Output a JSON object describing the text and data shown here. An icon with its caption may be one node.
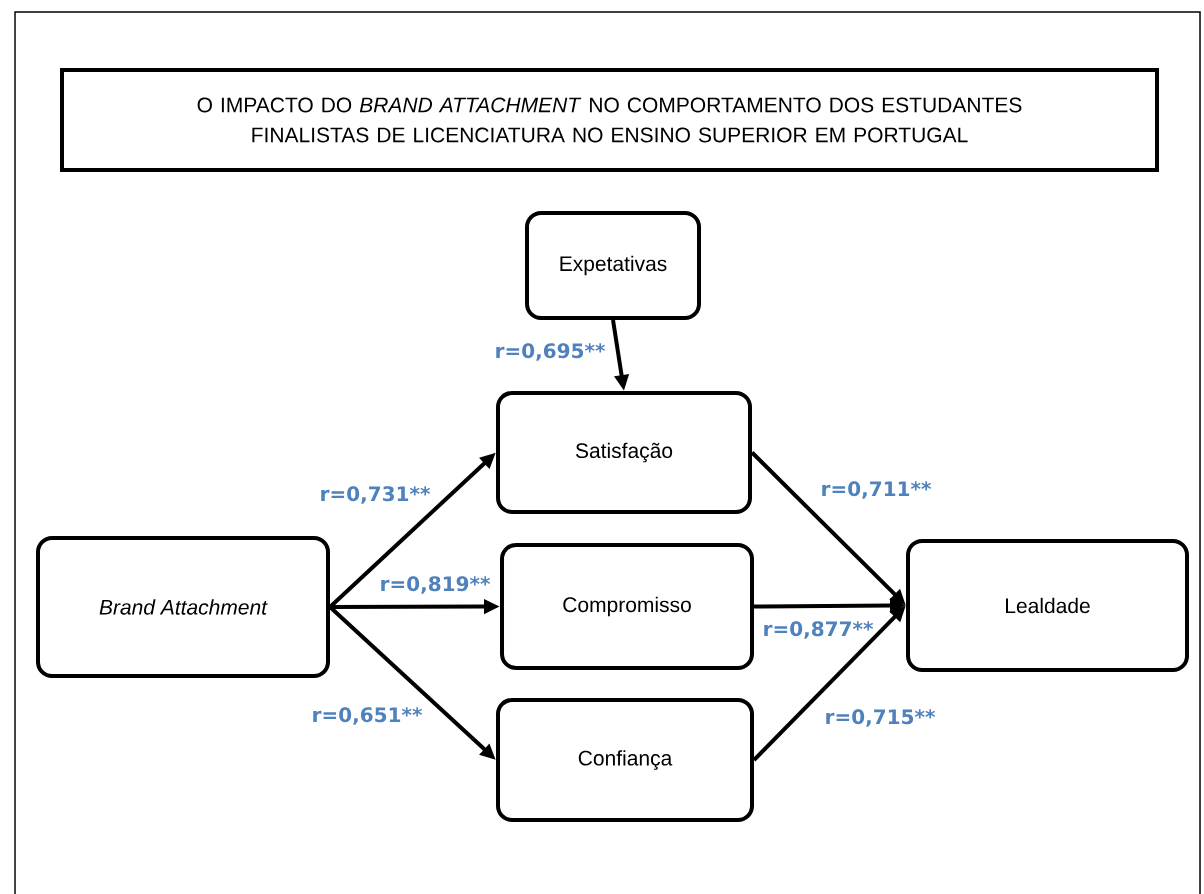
{
  "diagram": {
    "title": "O IMPACTO DO *BRAND ATTACHMENT* NO COMPORTAMENTO DOS ESTUDANTES FINALISTAS DE LICENCIATURA NO ENSINO SUPERIOR EM PORTUGAL",
    "nodes": [
      {
        "text": [
          "Expetativas"
        ]
      },
      {
        "text": [
          "Satisfação"
        ]
      },
      {
        "text": [
          "Brand Attachment"
        ]
      },
      {
        "text": [
          "Compromisso"
        ]
      },
      {
        "text": [
          "Lealdade"
        ]
      },
      {
        "text": [
          "Confiança"
        ]
      }
    ],
    "edges": [
      {
        "from": 0,
        "to": 1,
        "arrow": "to",
        "label": "r=0,695**"
      },
      {
        "from": 2,
        "to": 1,
        "arrow": "to",
        "label": "r=0,731**"
      },
      {
        "from": 2,
        "to": 3,
        "arrow": "to",
        "label": "r=0,819**"
      },
      {
        "from": 2,
        "to": 5,
        "arrow": "to",
        "label": "r=0,651**"
      },
      {
        "from": 1,
        "to": 4,
        "arrow": "to",
        "label": "r=0,711**"
      },
      {
        "from": 3,
        "to": 4,
        "arrow": "to",
        "label": "r=0,877**"
      },
      {
        "from": 5,
        "to": 4,
        "arrow": "to",
        "label": "r=0,715**"
      }
    ]
  }
}
